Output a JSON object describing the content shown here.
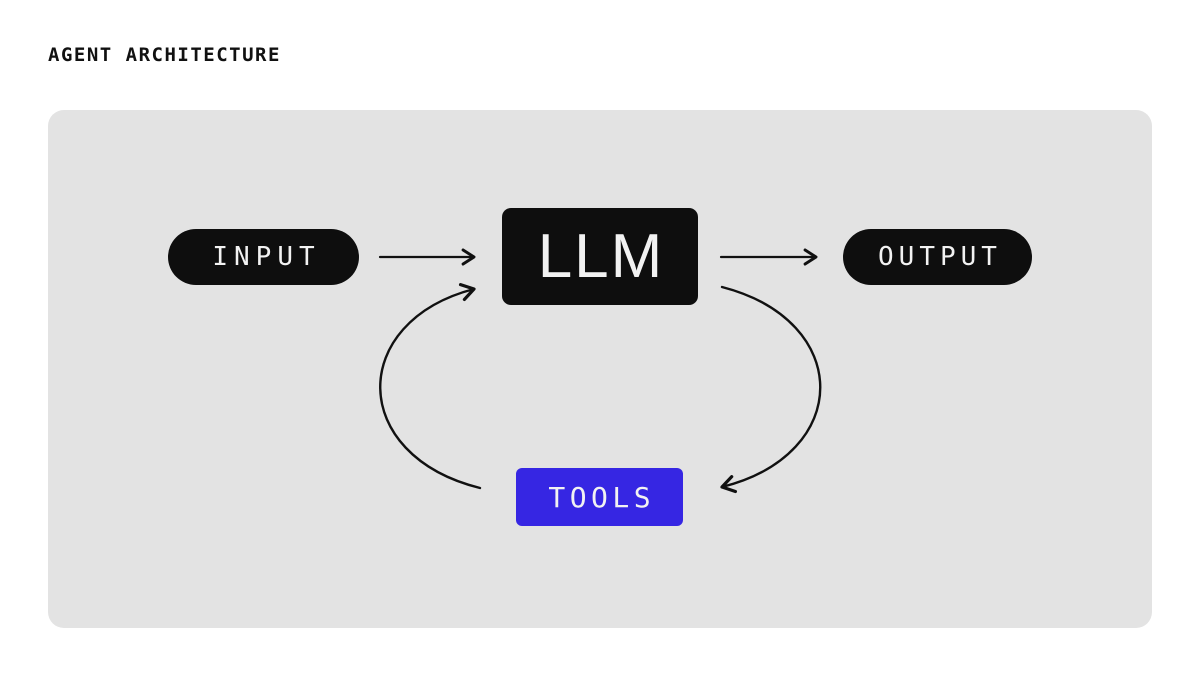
{
  "title": "AGENT ARCHITECTURE",
  "diagram": {
    "nodes": {
      "input": {
        "label": "INPUT",
        "shape": "pill",
        "color": "#0e0e0e"
      },
      "llm": {
        "label": "LLM",
        "shape": "rect",
        "color": "#0e0e0e"
      },
      "output": {
        "label": "OUTPUT",
        "shape": "pill",
        "color": "#0e0e0e"
      },
      "tools": {
        "label": "TOOLS",
        "shape": "rect",
        "color": "#3626e3"
      }
    },
    "edges": [
      {
        "name": "input-to-llm",
        "type": "straight-arrow"
      },
      {
        "name": "llm-to-output",
        "type": "straight-arrow"
      },
      {
        "name": "tools-to-llm-loop",
        "type": "curved-arrow"
      },
      {
        "name": "llm-to-tools-loop",
        "type": "curved-arrow"
      }
    ]
  },
  "colors": {
    "page_background": "#ffffff",
    "panel_background": "#e3e3e3",
    "node_black": "#0e0e0e",
    "node_blue": "#3626e3",
    "node_text": "#f2f2f2",
    "arrow": "#111111",
    "title_text": "#111111"
  }
}
